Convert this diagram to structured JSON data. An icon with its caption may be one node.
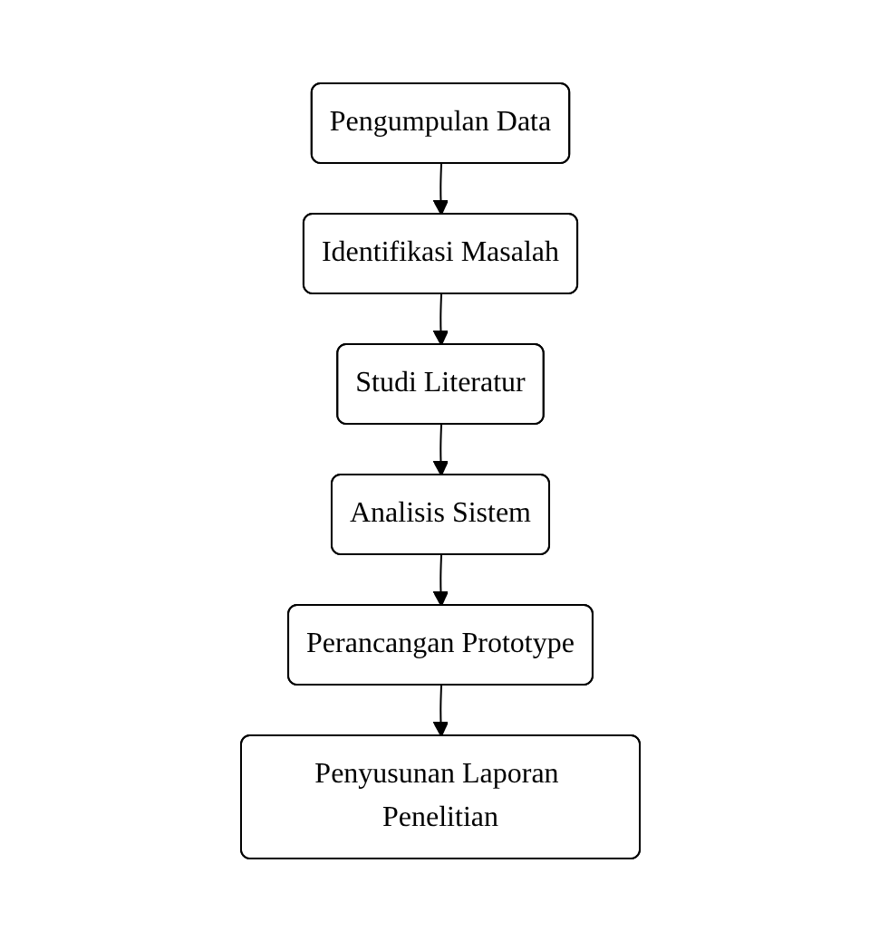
{
  "diagram": {
    "nodes": [
      {
        "text": [
          "Pengumpulan Data"
        ]
      },
      {
        "text": [
          "Identifikasi Masalah"
        ]
      },
      {
        "text": [
          "Studi Literatur"
        ]
      },
      {
        "text": [
          "Analisis Sistem"
        ]
      },
      {
        "text": [
          "Perancangan Prototype"
        ]
      },
      {
        "text": [
          "Penyusunan Laporan Penelitian"
        ]
      }
    ],
    "edges": [
      {
        "from": 0,
        "to": 1,
        "arrow": "to"
      },
      {
        "from": 1,
        "to": 2,
        "arrow": "to"
      },
      {
        "from": 2,
        "to": 3,
        "arrow": "to"
      },
      {
        "from": 3,
        "to": 4,
        "arrow": "to"
      },
      {
        "from": 4,
        "to": 5,
        "arrow": "to"
      }
    ]
  }
}
